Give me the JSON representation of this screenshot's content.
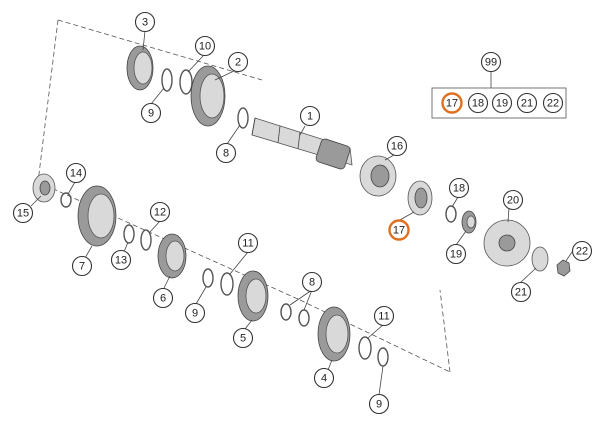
{
  "diagram": {
    "accent_color": "#e07020",
    "kit": {
      "label": "99",
      "members": [
        "17",
        "18",
        "19",
        "21",
        "22"
      ],
      "highlighted_member": "17"
    },
    "callouts": [
      {
        "id": "c1",
        "label": "1"
      },
      {
        "id": "c2",
        "label": "2"
      },
      {
        "id": "c3",
        "label": "3"
      },
      {
        "id": "c4",
        "label": "4"
      },
      {
        "id": "c5",
        "label": "5"
      },
      {
        "id": "c6",
        "label": "6"
      },
      {
        "id": "c7",
        "label": "7"
      },
      {
        "id": "c8a",
        "label": "8"
      },
      {
        "id": "c8b",
        "label": "8"
      },
      {
        "id": "c9a",
        "label": "9"
      },
      {
        "id": "c9b",
        "label": "9"
      },
      {
        "id": "c9c",
        "label": "9"
      },
      {
        "id": "c10",
        "label": "10"
      },
      {
        "id": "c11a",
        "label": "11"
      },
      {
        "id": "c11b",
        "label": "11"
      },
      {
        "id": "c12",
        "label": "12"
      },
      {
        "id": "c13",
        "label": "13"
      },
      {
        "id": "c14",
        "label": "14"
      },
      {
        "id": "c15",
        "label": "15"
      },
      {
        "id": "c16",
        "label": "16"
      },
      {
        "id": "c17",
        "label": "17",
        "highlighted": true
      },
      {
        "id": "c18",
        "label": "18"
      },
      {
        "id": "c19",
        "label": "19"
      },
      {
        "id": "c20",
        "label": "20"
      },
      {
        "id": "c21",
        "label": "21"
      },
      {
        "id": "c22",
        "label": "22"
      }
    ]
  }
}
